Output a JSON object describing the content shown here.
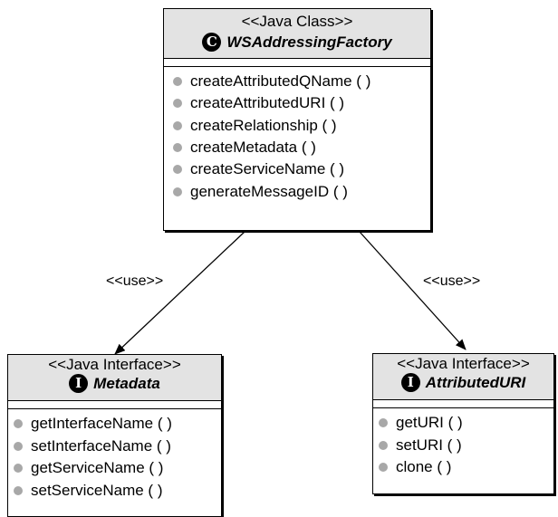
{
  "diagram": {
    "classes": [
      {
        "id": "factory",
        "stereotype": "<<Java Class>>",
        "badge": "C",
        "name": "WSAddressingFactory",
        "operations": [
          "createAttributedQName ( )",
          "createAttributedURI ( )",
          "createRelationship ( )",
          "createMetadata ( )",
          "createServiceName ( )",
          "generateMessageID ( )"
        ]
      },
      {
        "id": "metadata",
        "stereotype": "<<Java Interface>>",
        "badge": "I",
        "name": "Metadata",
        "operations": [
          "getInterfaceName ( )",
          "setInterfaceName ( )",
          "getServiceName ( )",
          "setServiceName ( )"
        ]
      },
      {
        "id": "attributeduri",
        "stereotype": "<<Java Interface>>",
        "badge": "I",
        "name": "AttributedURI",
        "operations": [
          "getURI ( )",
          "setURI ( )",
          "clone ( )"
        ]
      }
    ],
    "relations": [
      {
        "from": "WSAddressingFactory",
        "to": "Metadata",
        "label": "<<use>>"
      },
      {
        "from": "WSAddressingFactory",
        "to": "AttributedURI",
        "label": "<<use>>"
      }
    ]
  },
  "colors": {
    "header_fill": "#e3e3e3",
    "operation_bullet": "#a8a8a8",
    "line": "#000000"
  }
}
